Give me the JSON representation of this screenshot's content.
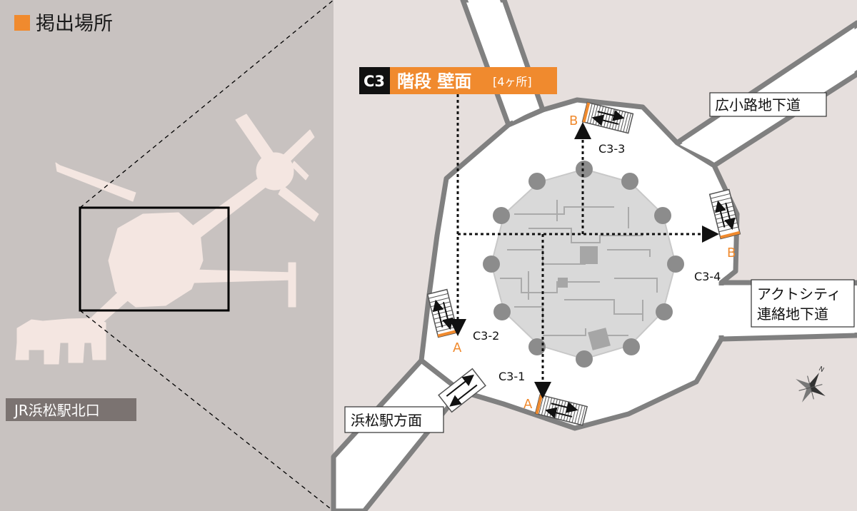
{
  "legend": {
    "label": "掲出場所",
    "color": "#f08a2e"
  },
  "overview": {
    "area_label": "JR浜松駅北口"
  },
  "callout": {
    "code": "C3",
    "title": "階段 壁面",
    "count": "[4ヶ所]",
    "colors": {
      "code_bg": "#111111",
      "title_bg": "#f08a2e"
    }
  },
  "places": {
    "hirokoji": "広小路地下道",
    "act_line1": "アクトシティ",
    "act_line2": "連絡地下道",
    "station": "浜松駅方面"
  },
  "spots": [
    "C3-1",
    "C3-2",
    "C3-3",
    "C3-4"
  ],
  "stair_letters": {
    "c31": "A",
    "c32": "A",
    "c33": "B",
    "c34": "B"
  },
  "colors": {
    "left_bg": "#c8c2c0",
    "right_bg": "#e6dfdd",
    "walkway": "#ffffff",
    "walkway_border": "#808080",
    "overview_shape": "#f4e6e1",
    "center_fill": "#d9d9d9",
    "pillar": "#8c8c8c",
    "accent": "#f08a2e"
  },
  "icons": [
    "compass-rose-icon",
    "stairs-icon",
    "arrow-icon"
  ]
}
